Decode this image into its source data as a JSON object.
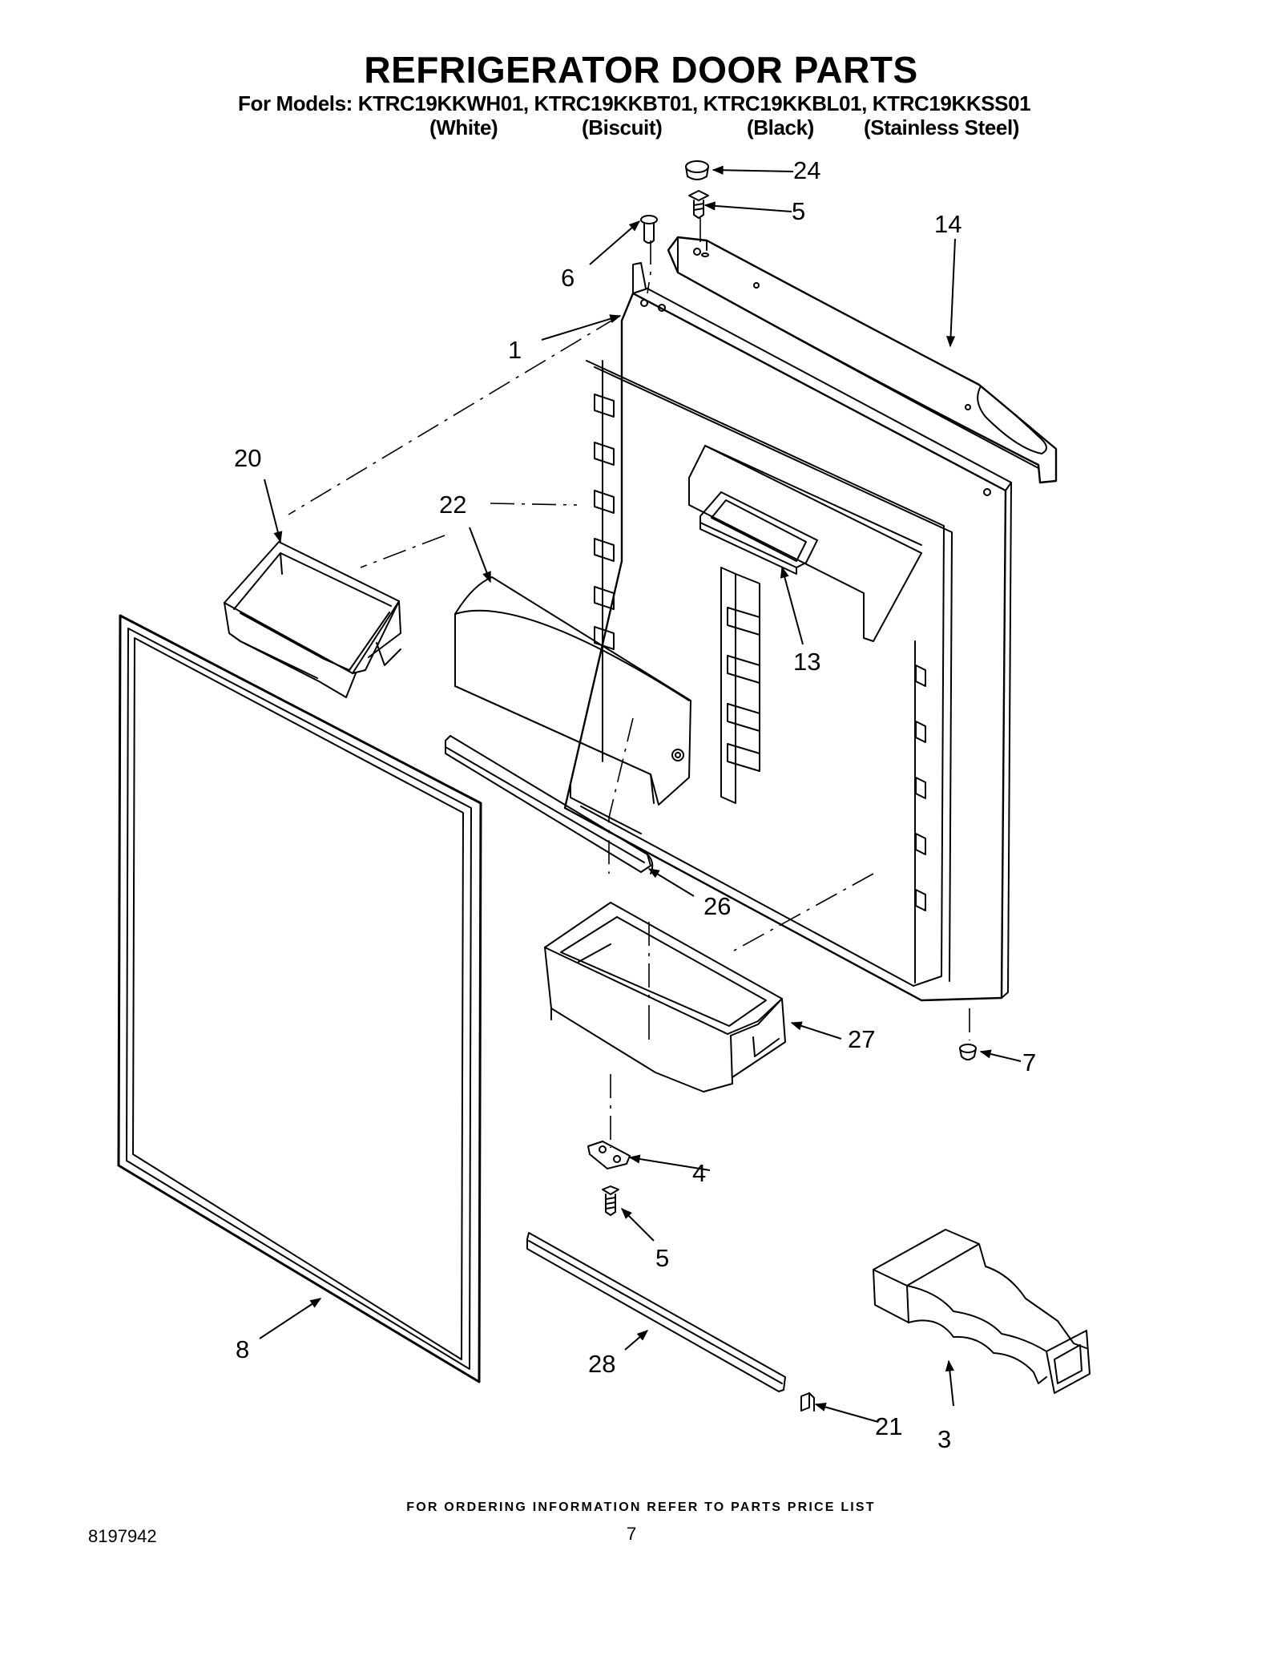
{
  "title": "REFRIGERATOR DOOR PARTS",
  "models_line": "For Models: KTRC19KKWH01, KTRC19KKBT01, KTRC19KKBL01, KTRC19KKSS01",
  "finishes": [
    "(White)",
    "(Biscuit)",
    "(Black)",
    "(Stainless Steel)"
  ],
  "parts": [
    {
      "label": "24"
    },
    {
      "label": "5"
    },
    {
      "label": "14"
    },
    {
      "label": "6"
    },
    {
      "label": "1"
    },
    {
      "label": "20"
    },
    {
      "label": "22"
    },
    {
      "label": "13"
    },
    {
      "label": "26"
    },
    {
      "label": "27"
    },
    {
      "label": "7"
    },
    {
      "label": "4"
    },
    {
      "label": "5"
    },
    {
      "label": "8"
    },
    {
      "label": "28"
    },
    {
      "label": "21"
    },
    {
      "label": "3"
    }
  ],
  "footer_note": "FOR ORDERING INFORMATION REFER TO PARTS PRICE LIST",
  "doc_number": "8197942",
  "page_number": "7"
}
